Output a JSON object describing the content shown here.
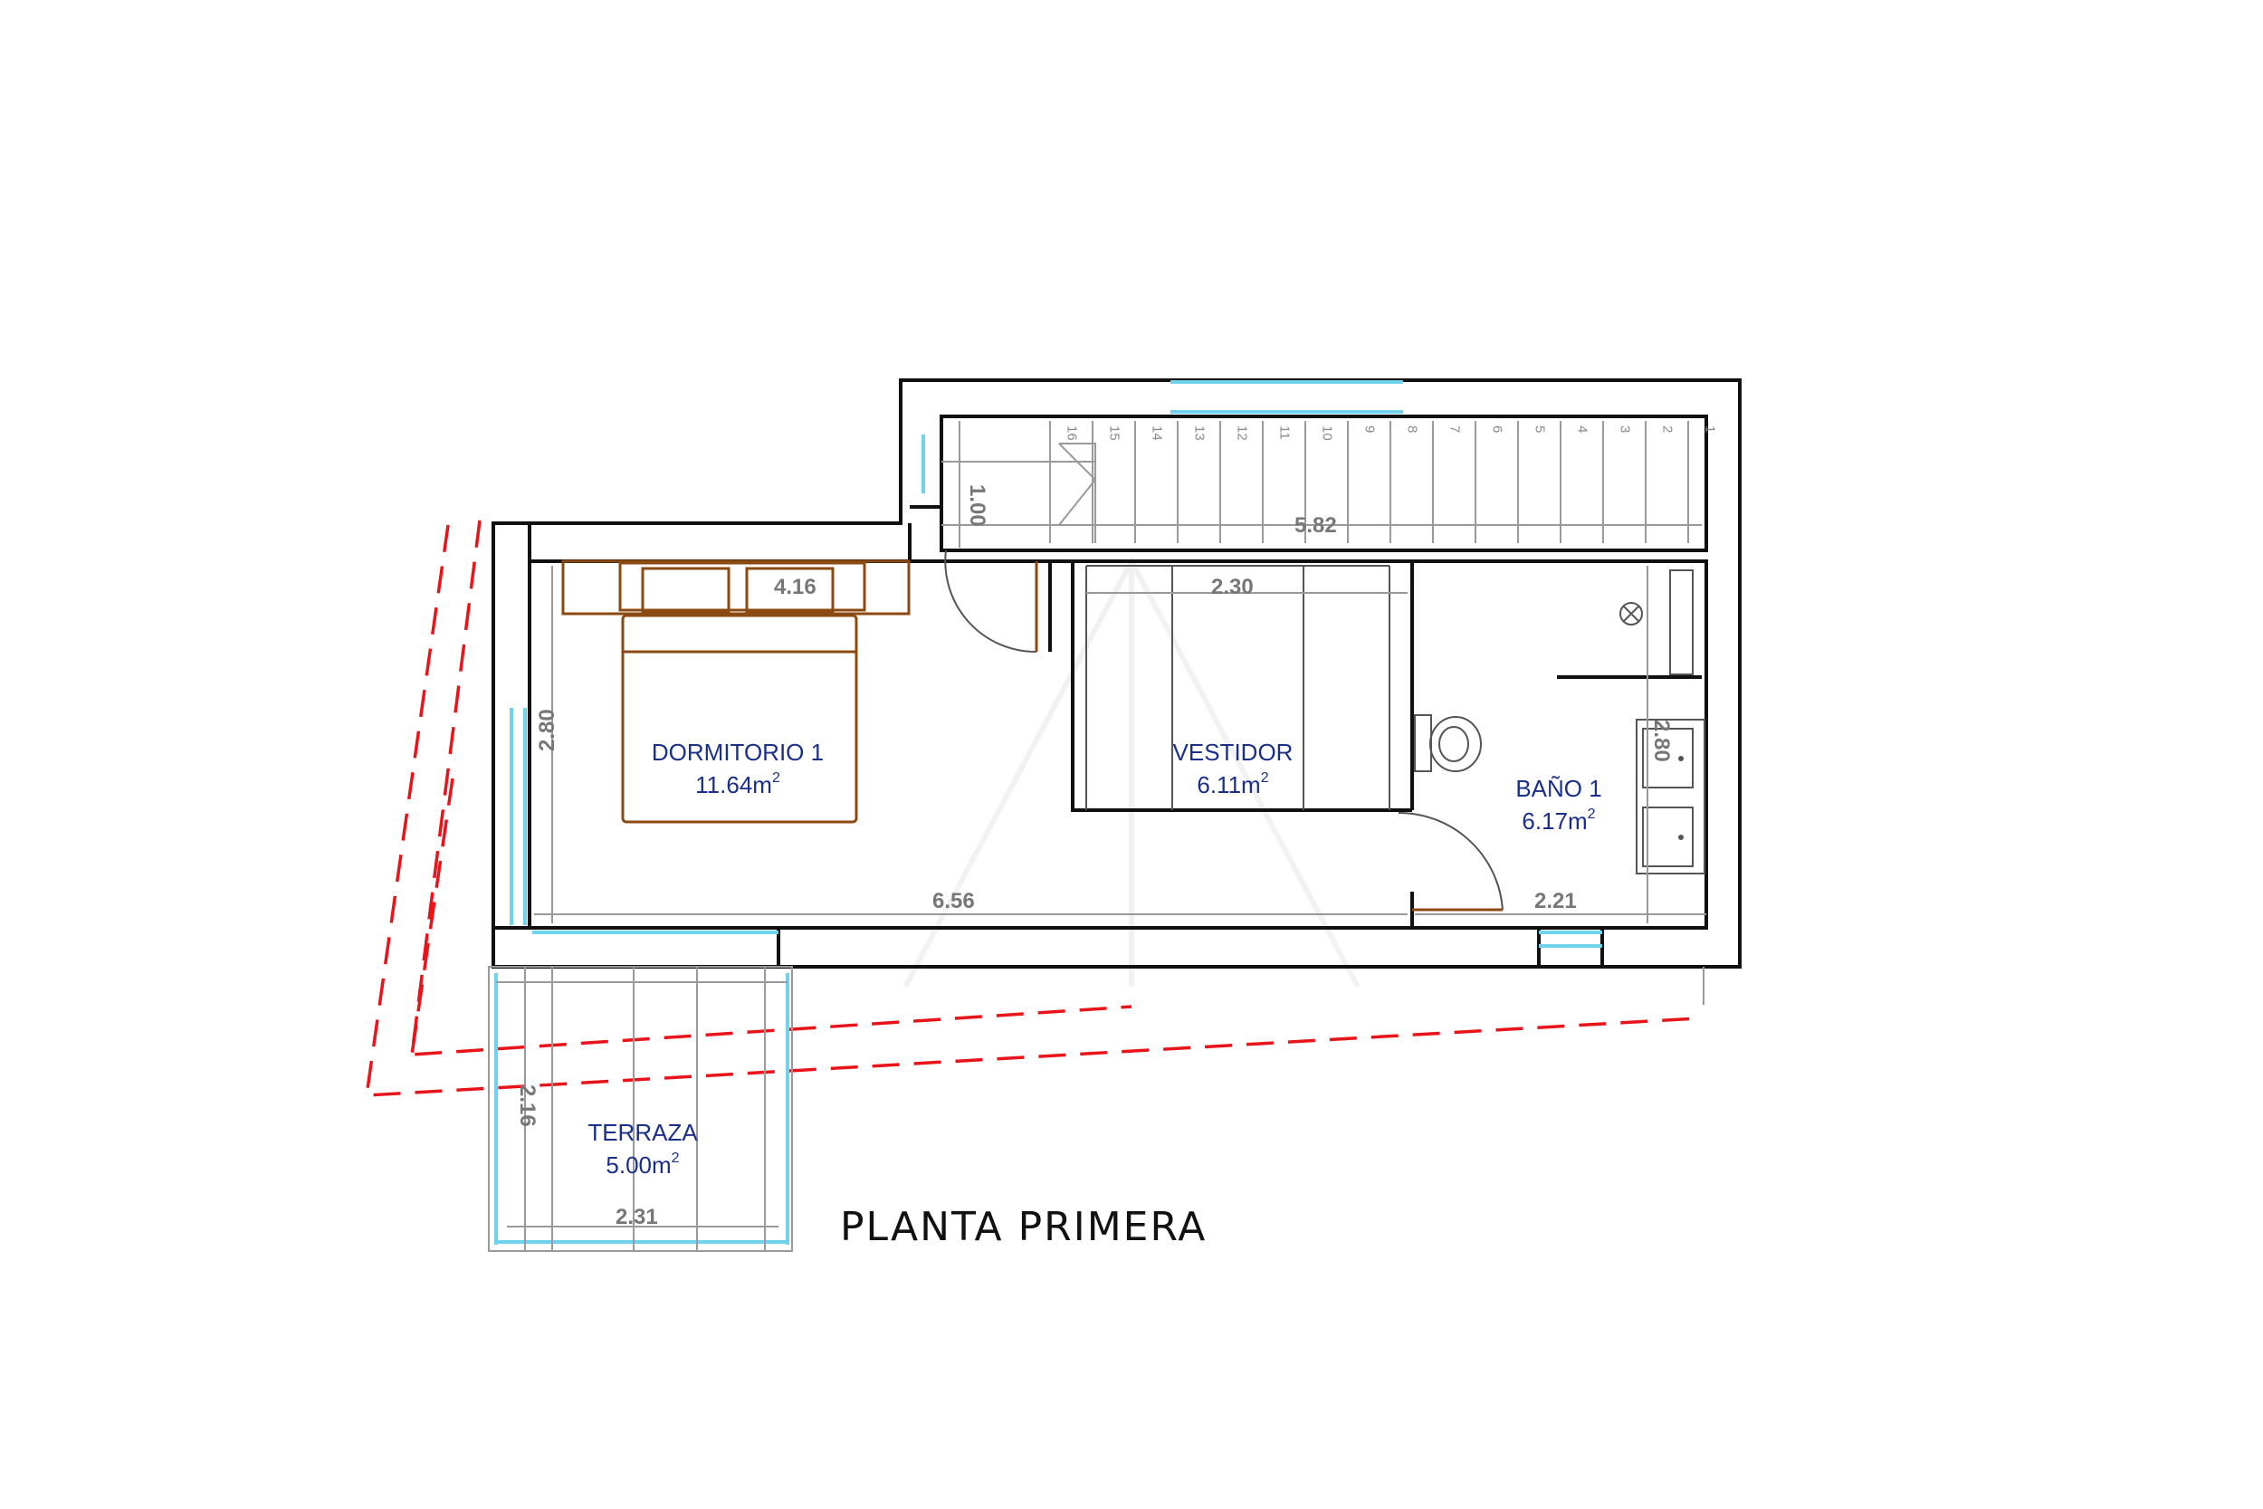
{
  "title": "PLANTA PRIMERA",
  "rooms": [
    {
      "id": "dormitorio",
      "name": "DORMITORIO 1",
      "area": "11.64m",
      "sup": "2"
    },
    {
      "id": "vestidor",
      "name": "VESTIDOR",
      "area": "6.11m",
      "sup": "2"
    },
    {
      "id": "bano",
      "name": "BAÑO 1",
      "area": "6.17m",
      "sup": "2"
    },
    {
      "id": "terraza",
      "name": "TERRAZA",
      "area": "5.00m",
      "sup": "2"
    }
  ],
  "dimensions": {
    "stair_width": "1.00",
    "stair_length": "5.82",
    "headboard": "4.16",
    "vestidor_width": "2.30",
    "dormitorio_depth": "2.80",
    "bano_depth": "2.80",
    "total_length": "6.56",
    "bano_width": "2.21",
    "terraza_depth": "2.16",
    "terraza_width": "2.31"
  },
  "stair_steps": [
    "16",
    "15",
    "14",
    "13",
    "12",
    "11",
    "10",
    "9",
    "8",
    "7",
    "6",
    "5",
    "4",
    "3",
    "2",
    "1"
  ],
  "colors": {
    "walls": "#111111",
    "glazing": "#6fd3ee",
    "furniture": "#8b4a12",
    "room_labels": "#1a2f8a",
    "dimensions": "#777777",
    "roof_outline": "#e8141a"
  }
}
